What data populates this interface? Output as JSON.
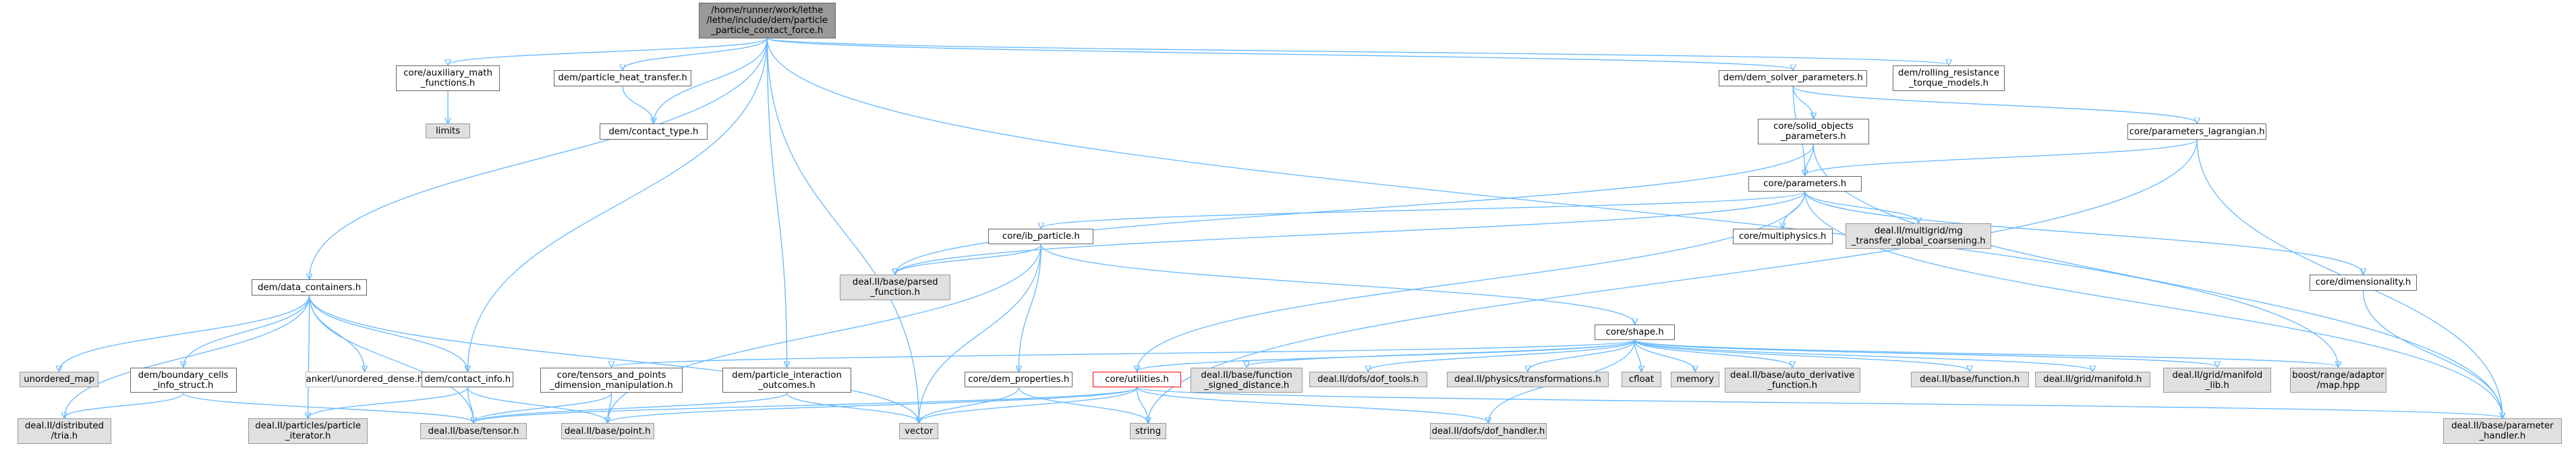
{
  "graph": {
    "edge_color": "#63b8ff",
    "node_fill": "#ffffff",
    "root_fill": "#999999",
    "system_fill": "#e0e0e0",
    "error_border": "#ff0000",
    "nodes": [
      {
        "id": "root",
        "label": "/home/runner/work/lethe\n/lethe/include/dem/particle\n_particle_contact_force.h",
        "kind": "root"
      },
      {
        "id": "aux",
        "label": "core/auxiliary_math\n_functions.h",
        "kind": "normal"
      },
      {
        "id": "limits",
        "label": "limits",
        "kind": "system"
      },
      {
        "id": "pht",
        "label": "dem/particle_heat_transfer.h",
        "kind": "normal"
      },
      {
        "id": "ctype",
        "label": "dem/contact_type.h",
        "kind": "normal"
      },
      {
        "id": "dsp",
        "label": "dem/dem_solver_parameters.h",
        "kind": "normal"
      },
      {
        "id": "rrt",
        "label": "dem/rolling_resistance\n_torque_models.h",
        "kind": "normal"
      },
      {
        "id": "sop",
        "label": "core/solid_objects\n_parameters.h",
        "kind": "normal"
      },
      {
        "id": "plag",
        "label": "core/parameters_lagrangian.h",
        "kind": "normal"
      },
      {
        "id": "params",
        "label": "core/parameters.h",
        "kind": "normal"
      },
      {
        "id": "ibp",
        "label": "core/ib_particle.h",
        "kind": "normal"
      },
      {
        "id": "multiphys",
        "label": "core/multiphysics.h",
        "kind": "normal"
      },
      {
        "id": "mgt",
        "label": "deal.II/multigrid/mg\n_transfer_global_coarsening.h",
        "kind": "system"
      },
      {
        "id": "pfunc",
        "label": "deal.II/base/parsed\n_function.h",
        "kind": "system"
      },
      {
        "id": "dimen",
        "label": "core/dimensionality.h",
        "kind": "normal"
      },
      {
        "id": "dc",
        "label": "dem/data_containers.h",
        "kind": "normal"
      },
      {
        "id": "shape",
        "label": "core/shape.h",
        "kind": "normal"
      },
      {
        "id": "unmap",
        "label": "unordered_map",
        "kind": "system"
      },
      {
        "id": "bci",
        "label": "dem/boundary_cells\n_info_struct.h",
        "kind": "normal"
      },
      {
        "id": "ankerl",
        "label": "ankerl/unordered_dense.h",
        "kind": "plain"
      },
      {
        "id": "cinfo",
        "label": "dem/contact_info.h",
        "kind": "normal"
      },
      {
        "id": "tpdm",
        "label": "core/tensors_and_points\n_dimension_manipulation.h",
        "kind": "normal"
      },
      {
        "id": "pio",
        "label": "dem/particle_interaction\n_outcomes.h",
        "kind": "normal"
      },
      {
        "id": "demprop",
        "label": "core/dem_properties.h",
        "kind": "normal"
      },
      {
        "id": "util",
        "label": "core/utilities.h",
        "kind": "error"
      },
      {
        "id": "fsd",
        "label": "deal.II/base/function\n_signed_distance.h",
        "kind": "system"
      },
      {
        "id": "dof",
        "label": "deal.II/dofs/dof_tools.h",
        "kind": "system"
      },
      {
        "id": "phys",
        "label": "deal.II/physics/transformations.h",
        "kind": "system"
      },
      {
        "id": "cfloat",
        "label": "cfloat",
        "kind": "system"
      },
      {
        "id": "memory",
        "label": "memory",
        "kind": "system"
      },
      {
        "id": "autoder",
        "label": "deal.II/base/auto_derivative\n_function.h",
        "kind": "system"
      },
      {
        "id": "bfunc",
        "label": "deal.II/base/function.h",
        "kind": "system"
      },
      {
        "id": "gmani",
        "label": "deal.II/grid/manifold.h",
        "kind": "system"
      },
      {
        "id": "gmanil",
        "label": "deal.II/grid/manifold\n_lib.h",
        "kind": "system"
      },
      {
        "id": "boost",
        "label": "boost/range/adaptor\n/map.hpp",
        "kind": "system"
      },
      {
        "id": "dtria",
        "label": "deal.II/distributed\n/tria.h",
        "kind": "system"
      },
      {
        "id": "ppi",
        "label": "deal.II/particles/particle\n_iterator.h",
        "kind": "system"
      },
      {
        "id": "tensor",
        "label": "deal.II/base/tensor.h",
        "kind": "system"
      },
      {
        "id": "point",
        "label": "deal.II/base/point.h",
        "kind": "system"
      },
      {
        "id": "vector",
        "label": "vector",
        "kind": "system"
      },
      {
        "id": "string",
        "label": "string",
        "kind": "system"
      },
      {
        "id": "dofh",
        "label": "deal.II/dofs/dof_handler.h",
        "kind": "system"
      },
      {
        "id": "phand",
        "label": "deal.II/base/parameter\n_handler.h",
        "kind": "system"
      }
    ]
  }
}
